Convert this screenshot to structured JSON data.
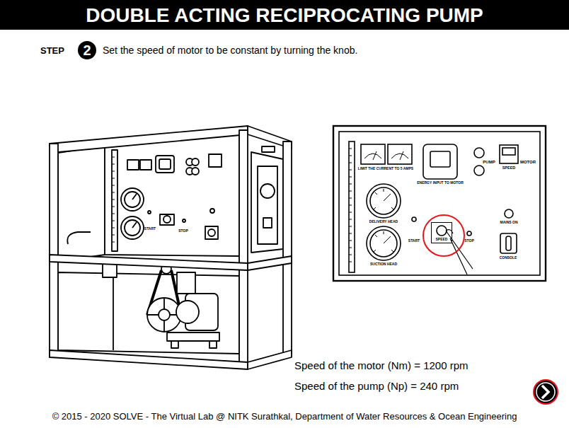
{
  "diagram": {
    "title": "DOUBLE ACTING RECIPROCATING PUMP",
    "caption": "© 2015 - 2020 SOLVE - The Virtual Lab @ NITK Surathkal, Department of Water Resources & Ocean Engineering",
    "nodes": [
      {
        "text": [
          "2"
        ]
      },
      {
        "text": [
          "SPEED"
        ]
      }
    ],
    "labels": [
      "STEP",
      "Set the speed of motor to be constant by turning the knob.",
      "START",
      "STOP",
      "LIMIT THE CURRENT TO 5 AMPS",
      "ENERGY INPUT TO MOTOR",
      "PUMP",
      "MOTOR",
      "SPEED",
      "DELIVERY HEAD",
      "SUCTION HEAD",
      "START",
      "STOP",
      "MAINS ON",
      "CONSOLE",
      "Speed of the motor (Nm) = 1200 rpm",
      "Speed of the pump (Np) = 240 rpm"
    ]
  }
}
